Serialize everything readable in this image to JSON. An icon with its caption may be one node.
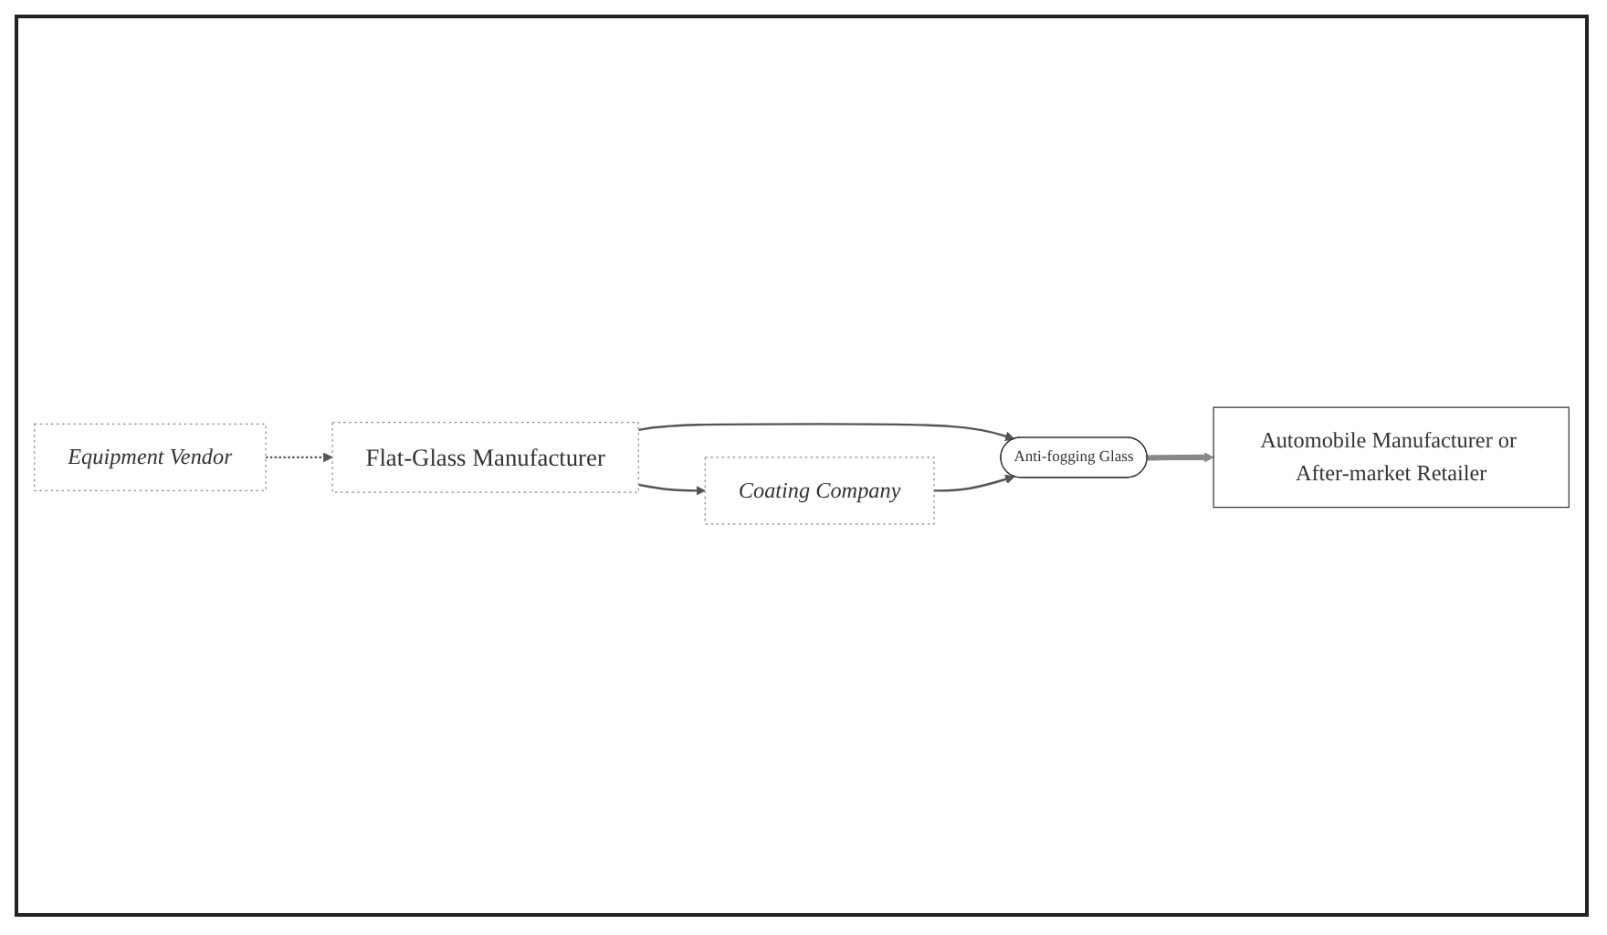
{
  "diagram": {
    "nodes": [
      {
        "text": [
          "Equipment Vendor"
        ]
      },
      {
        "text": [
          "Flat-Glass Manufacturer"
        ]
      },
      {
        "text": [
          "Anti-fogging Glass"
        ]
      },
      {
        "text": [
          "Automobile Manufacturer or After-market Retailer"
        ]
      },
      {
        "text": [
          "Coating Company"
        ]
      }
    ],
    "edges": [
      {
        "from": 0,
        "to": 1,
        "arrow": "to",
        "style": "dashed"
      },
      {
        "from": 1,
        "to": 2,
        "arrow": "to"
      },
      {
        "from": 2,
        "to": 3,
        "arrow": "to",
        "style": "thick",
        "color": "#888888"
      },
      {
        "from": 1,
        "to": 4,
        "arrow": "to"
      },
      {
        "from": 4,
        "to": 2,
        "arrow": "to"
      }
    ]
  }
}
